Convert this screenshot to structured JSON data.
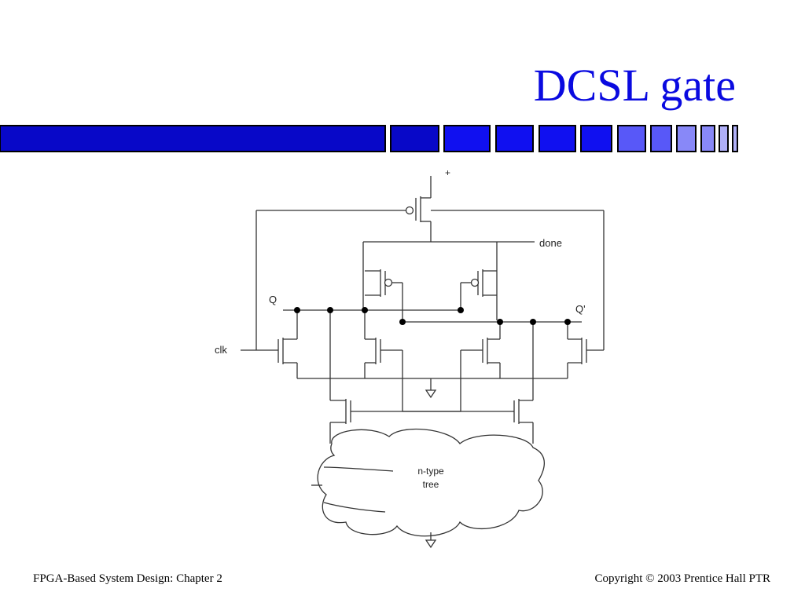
{
  "slide": {
    "title": "DCSL gate",
    "footer_left": "FPGA-Based System Design: Chapter 2",
    "footer_right": "Copyright © 2003 Prentice Hall PTR"
  },
  "diagram": {
    "labels": {
      "supply": "+",
      "done": "done",
      "q": "Q",
      "q_prime": "Q'",
      "clk": "clk",
      "tree_line1": "n-type",
      "tree_line2": "tree"
    }
  },
  "colors": {
    "title": "#0a0ae0",
    "bar_dark": "#0808c8",
    "bar_mid": "#1010f0",
    "bar_light": "#5858f8",
    "bar_lighter": "#8888f8",
    "bar_palest": "#b0b0f8"
  }
}
